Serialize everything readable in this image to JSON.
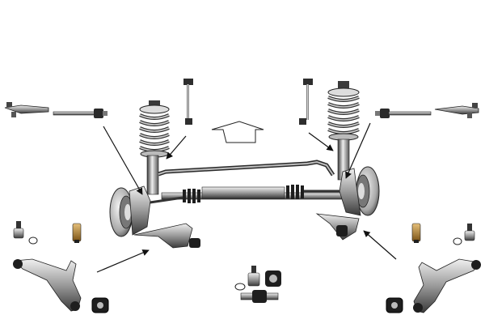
{
  "diagram": {
    "kind": "front-axle-suspension-exploded-view",
    "colors": {
      "background": "#ffffff",
      "line": "#111111",
      "metal_dark": "#3a3a3a",
      "metal_mid": "#8c8c8c",
      "metal_light": "#d9d9d9",
      "rubber": "#1a1a1a",
      "bronze": "#b5842e",
      "arrow_fill": "#ffffff"
    },
    "parts": [
      {
        "id": "outer-tie-rod-end-left",
        "icon": "tie-rod-end-icon"
      },
      {
        "id": "inner-tie-rod-left",
        "icon": "inner-tie-rod-icon"
      },
      {
        "id": "coil-spring-strut-left",
        "icon": "coil-spring-icon"
      },
      {
        "id": "stabilizer-link-left",
        "icon": "stabilizer-link-icon"
      },
      {
        "id": "direction-arrow",
        "icon": "direction-arrow-icon"
      },
      {
        "id": "stabilizer-link-right",
        "icon": "stabilizer-link-icon"
      },
      {
        "id": "coil-spring-strut-right",
        "icon": "coil-spring-icon"
      },
      {
        "id": "inner-tie-rod-right",
        "icon": "inner-tie-rod-icon"
      },
      {
        "id": "outer-tie-rod-end-right",
        "icon": "tie-rod-end-icon"
      },
      {
        "id": "axle-assembly",
        "icon": "subframe-icon"
      },
      {
        "id": "ball-joint-left",
        "icon": "ball-joint-icon"
      },
      {
        "id": "bushing-left",
        "icon": "bushing-icon"
      },
      {
        "id": "control-arm-left",
        "icon": "control-arm-icon"
      },
      {
        "id": "ball-joint-center",
        "icon": "ball-joint-icon"
      },
      {
        "id": "bushing-center",
        "icon": "bushing-icon"
      },
      {
        "id": "ball-joint-right",
        "icon": "ball-joint-icon"
      },
      {
        "id": "bushing-right",
        "icon": "bushing-icon"
      },
      {
        "id": "control-arm-right",
        "icon": "control-arm-icon"
      }
    ]
  }
}
